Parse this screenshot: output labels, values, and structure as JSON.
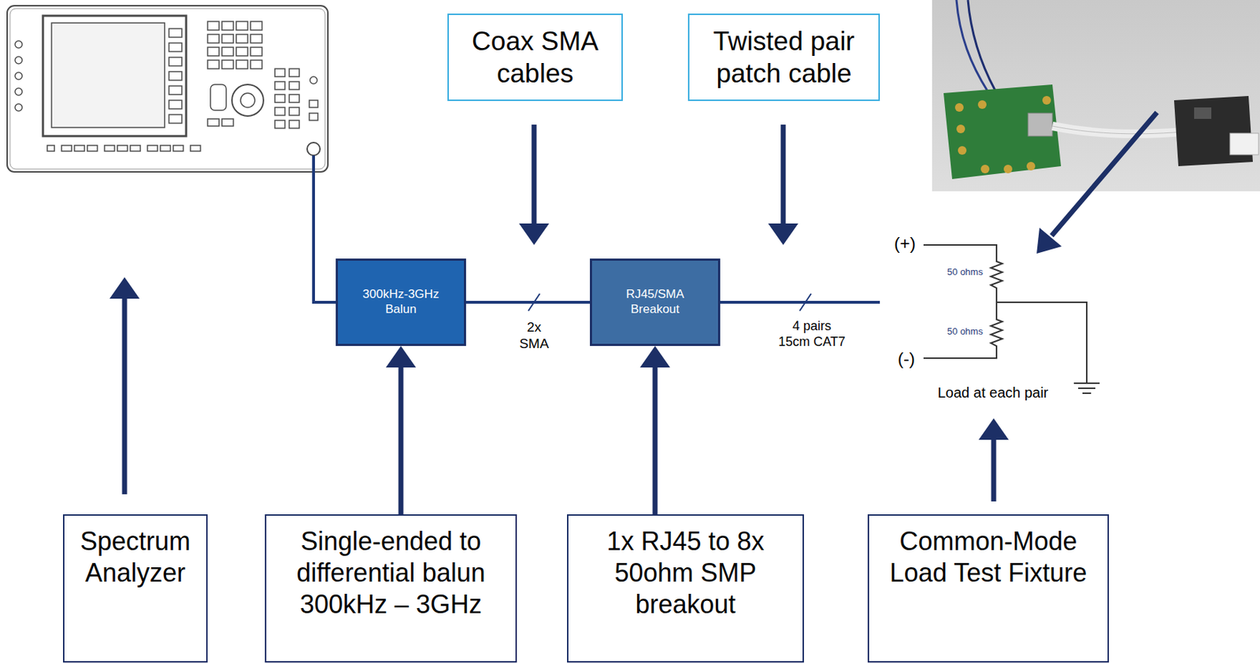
{
  "diagram": {
    "nodes": [
      {
        "text": [
          "Coax SMA cables"
        ]
      },
      {
        "text": [
          "Twisted pair patch cable"
        ]
      },
      {
        "text": [
          "300kHz-3GHz Balun"
        ]
      },
      {
        "text": [
          "RJ45/SMA Breakout"
        ]
      },
      {
        "text": [
          "Spectrum Analyzer"
        ]
      },
      {
        "text": [
          "Single-ended to differential balun 300kHz – 3GHz"
        ]
      },
      {
        "text": [
          "1x RJ45 to 8x 50ohm SMP breakout"
        ]
      },
      {
        "text": [
          "Common-Mode Load Test Fixture"
        ]
      }
    ],
    "edges": [
      {
        "from": 2,
        "to": 3,
        "arrow": "none"
      },
      {
        "from": 5,
        "to": 2,
        "arrow": "to"
      },
      {
        "from": 6,
        "to": 3,
        "arrow": "to"
      }
    ],
    "labels": [
      "2x SMA",
      "4 pairs 15cm CAT7",
      "(+)",
      "50 ohms",
      "50 ohms",
      "(-)",
      "Load at each pair"
    ]
  }
}
